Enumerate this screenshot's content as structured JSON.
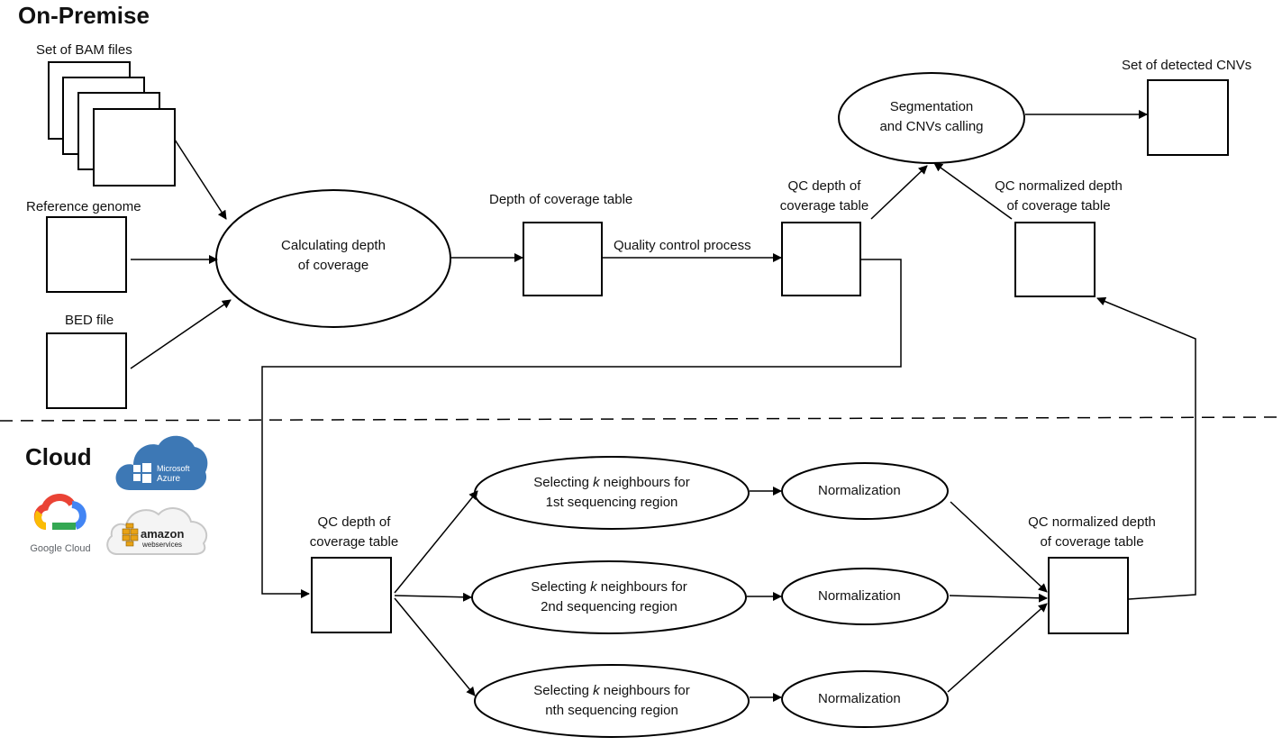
{
  "sections": {
    "onpremise": "On-Premise",
    "cloud": "Cloud"
  },
  "inputs": {
    "bam": "Set of BAM files",
    "reference": "Reference genome",
    "bed": "BED file"
  },
  "nodes": {
    "calc_depth_line1": "Calculating depth",
    "calc_depth_line2": "of coverage",
    "depth_table": "Depth of coverage table",
    "qc_process": "Quality control process",
    "qc_table_top_line1": "QC depth of",
    "qc_table_top_line2": "coverage table",
    "segmentation_line1": "Segmentation",
    "segmentation_line2": "and CNVs calling",
    "detected_cnvs": "Set of detected CNVs",
    "qc_norm_top_line1": "QC normalized depth",
    "qc_norm_top_line2": "of coverage table",
    "qc_table_cloud_line1": "QC depth of",
    "qc_table_cloud_line2": "coverage table",
    "sel1_line1_a": "Selecting ",
    "sel_k": "k",
    "sel1_line1_b": " neighbours for",
    "sel1_line2": "1st sequencing region",
    "sel2_line2": "2nd sequencing region",
    "sel3_line2": "nth sequencing region",
    "norm1": "Normalization",
    "norm2": "Normalization",
    "norm3": "Normalization",
    "qc_norm_cloud_line1": "QC normalized depth",
    "qc_norm_cloud_line2": "of coverage table"
  },
  "logos": {
    "azure_line1": "Microsoft",
    "azure_line2": "Azure",
    "google": "Google Cloud",
    "aws_line1": "amazon",
    "aws_line2": "webservices"
  }
}
